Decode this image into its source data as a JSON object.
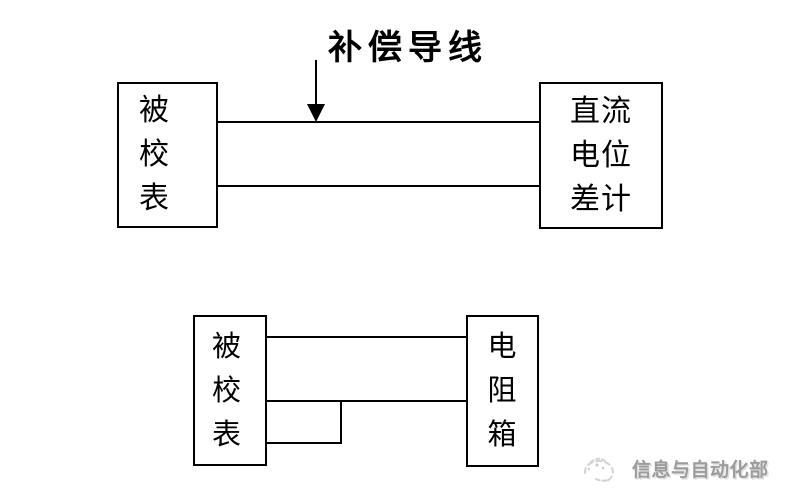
{
  "canvas": {
    "background": "#ffffff",
    "line_color": "#000000"
  },
  "top_diagram": {
    "annotation_label": "补偿导线",
    "arrow_icon": "down-arrow",
    "left_box_label": "被\n校\n表",
    "right_box_label": "直流\n电位\n差计"
  },
  "bottom_diagram": {
    "left_box_label": "被\n校\n表",
    "right_box_label": "电\n阻\n箱"
  },
  "watermark": {
    "logo_icon": "gray-emblem-swirl",
    "text": "信息与自动化部",
    "color": "#9c9c9c"
  }
}
